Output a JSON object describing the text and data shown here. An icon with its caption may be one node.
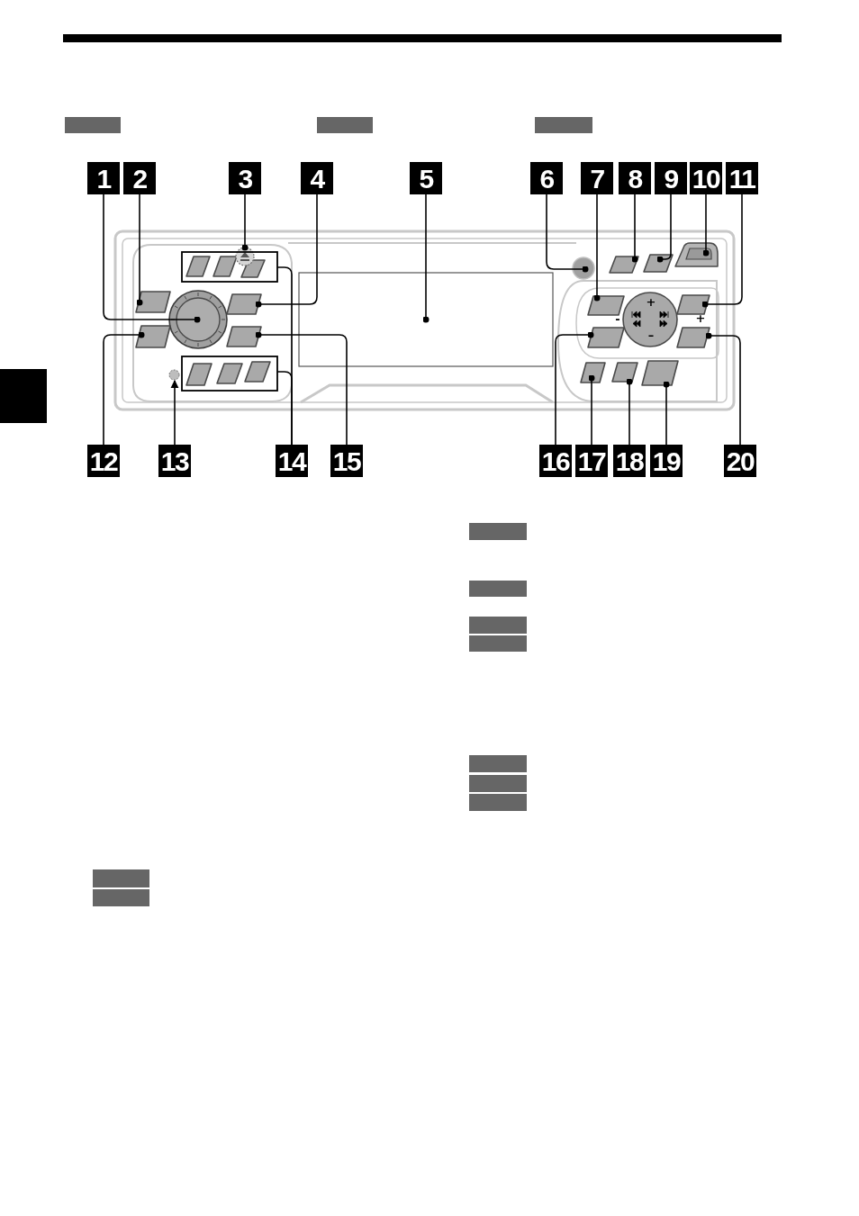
{
  "diagram": {
    "nodes": [
      {
        "text": [
          "1"
        ]
      },
      {
        "text": [
          "2"
        ]
      },
      {
        "text": [
          "3"
        ]
      },
      {
        "text": [
          "4"
        ]
      },
      {
        "text": [
          "5"
        ]
      },
      {
        "text": [
          "6"
        ]
      },
      {
        "text": [
          "7"
        ]
      },
      {
        "text": [
          "8"
        ]
      },
      {
        "text": [
          "9"
        ]
      },
      {
        "text": [
          "10"
        ]
      },
      {
        "text": [
          "11"
        ]
      },
      {
        "text": [
          "12"
        ]
      },
      {
        "text": [
          "13"
        ]
      },
      {
        "text": [
          "14"
        ]
      },
      {
        "text": [
          "15"
        ]
      },
      {
        "text": [
          "16"
        ]
      },
      {
        "text": [
          "17"
        ]
      },
      {
        "text": [
          "18"
        ]
      },
      {
        "text": [
          "19"
        ]
      },
      {
        "text": [
          "20"
        ]
      },
      {
        "text": [],
        "shape": "circle"
      },
      {
        "text": [],
        "shape": "box"
      },
      {
        "text": [],
        "shape": "circle"
      },
      {
        "text": [],
        "shape": "box"
      },
      {
        "text": [],
        "shape": "box"
      },
      {
        "text": [],
        "shape": "circle"
      },
      {
        "text": [],
        "shape": "box"
      },
      {
        "text": [],
        "shape": "box"
      },
      {
        "text": [],
        "shape": "box"
      },
      {
        "text": [],
        "shape": "box"
      },
      {
        "text": [],
        "shape": "box"
      },
      {
        "text": [],
        "shape": "box"
      },
      {
        "text": [],
        "shape": "circle"
      },
      {
        "text": [],
        "shape": "box"
      },
      {
        "text": [],
        "shape": "box"
      },
      {
        "text": [],
        "shape": "box"
      },
      {
        "text": [],
        "shape": "box"
      },
      {
        "text": [],
        "shape": "box"
      },
      {
        "text": [],
        "shape": "box"
      },
      {
        "text": [],
        "shape": "box"
      },
      {
        "text": [],
        "shape": "box"
      }
    ],
    "edges": [
      {
        "from": 0,
        "to": 20,
        "arrow": "other"
      },
      {
        "from": 1,
        "to": 21,
        "arrow": "other"
      },
      {
        "from": 2,
        "to": 22,
        "arrow": "other"
      },
      {
        "from": 3,
        "to": 23,
        "arrow": "other"
      },
      {
        "from": 4,
        "to": 24,
        "arrow": "other"
      },
      {
        "from": 5,
        "to": 25,
        "arrow": "other"
      },
      {
        "from": 6,
        "to": 26,
        "arrow": "other"
      },
      {
        "from": 7,
        "to": 27,
        "arrow": "other"
      },
      {
        "from": 8,
        "to": 28,
        "arrow": "other"
      },
      {
        "from": 9,
        "to": 29,
        "arrow": "other"
      },
      {
        "from": 10,
        "to": 30,
        "arrow": "other"
      },
      {
        "from": 11,
        "to": 31,
        "arrow": "other"
      },
      {
        "from": 12,
        "to": 32,
        "arrow": "to"
      },
      {
        "from": 13,
        "to": 33,
        "arrow": "none"
      },
      {
        "from": 13,
        "to": 34,
        "arrow": "none"
      },
      {
        "from": 14,
        "to": 35,
        "arrow": "other"
      },
      {
        "from": 15,
        "to": 36,
        "arrow": "other"
      },
      {
        "from": 16,
        "to": 37,
        "arrow": "other"
      },
      {
        "from": 17,
        "to": 38,
        "arrow": "other"
      },
      {
        "from": 18,
        "to": 39,
        "arrow": "other"
      },
      {
        "from": 19,
        "to": 40,
        "arrow": "other"
      }
    ],
    "labels": [
      "+",
      "-",
      "+",
      "–"
    ]
  }
}
